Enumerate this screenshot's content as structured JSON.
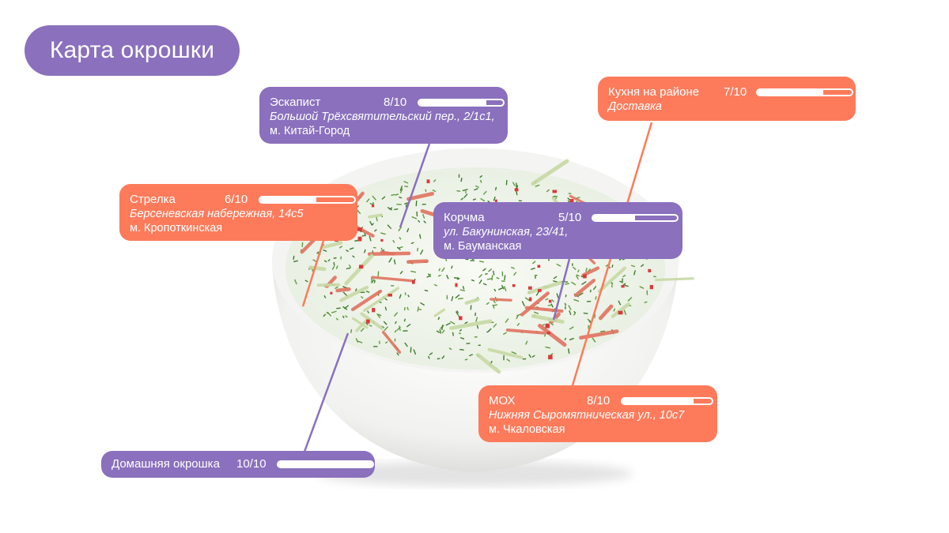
{
  "title": "Карта окрошки",
  "colors": {
    "purple": "#8a70bd",
    "orange": "#fd7b5b",
    "white": "#ffffff"
  },
  "places": [
    {
      "id": "eskapist",
      "name": "Эскапист",
      "score_text": "8/10",
      "score": 8,
      "max": 10,
      "address": "Большой Трёхсвятительский пер., 2/1с1,",
      "metro": "м. Китай-Город",
      "color": "purple"
    },
    {
      "id": "kukhnya",
      "name": "Кухня на районе",
      "score_text": "7/10",
      "score": 7,
      "max": 10,
      "address": "Доставка",
      "metro": "",
      "color": "orange"
    },
    {
      "id": "strelka",
      "name": "Стрелка",
      "score_text": "6/10",
      "score": 6,
      "max": 10,
      "address": "Берсеневская набережная, 14с5",
      "metro": "м. Кропоткинская",
      "color": "orange"
    },
    {
      "id": "korchma",
      "name": "Корчма",
      "score_text": "5/10",
      "score": 5,
      "max": 10,
      "address": "ул. Бакунинская, 23/41,",
      "metro": "м. Бауманская",
      "color": "purple"
    },
    {
      "id": "mox",
      "name": "МОХ",
      "score_text": "8/10",
      "score": 8,
      "max": 10,
      "address": "Нижняя Сыромятническая ул., 10с7",
      "metro": "м. Чкаловская",
      "color": "orange"
    },
    {
      "id": "domashnyaya",
      "name": "Домашняя окрошка",
      "score_text": "10/10",
      "score": 10,
      "max": 10,
      "address": "",
      "metro": "",
      "color": "purple"
    }
  ]
}
